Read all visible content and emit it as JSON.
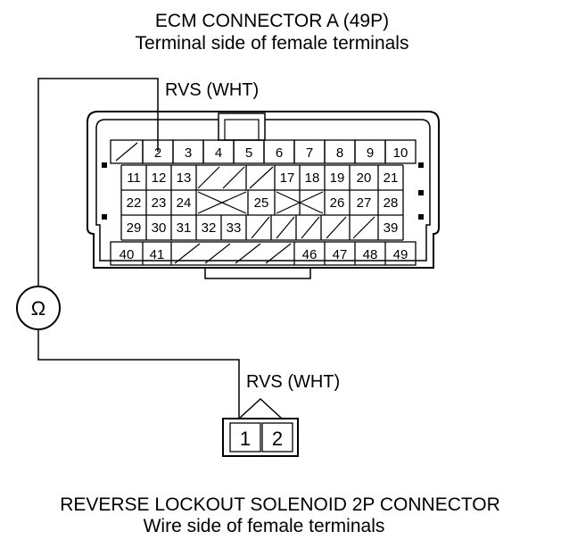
{
  "ecm_connector": {
    "title": "ECM CONNECTOR A (49P)",
    "subtitle": "Terminal side of female terminals",
    "wire_label": "RVS (WHT)",
    "row1": [
      "",
      "2",
      "3",
      "4",
      "5",
      "6",
      "7",
      "8",
      "9",
      "10"
    ],
    "row2": [
      "11",
      "12",
      "13",
      "",
      "",
      "",
      "17",
      "18",
      "19",
      "20",
      "21"
    ],
    "row3": [
      "22",
      "23",
      "24",
      "",
      "25",
      "",
      "26",
      "27",
      "28"
    ],
    "row4": [
      "29",
      "30",
      "31",
      "32",
      "33",
      "",
      "",
      "",
      "",
      "",
      "39"
    ],
    "row5": [
      "40",
      "41",
      "",
      "",
      "",
      "",
      "46",
      "47",
      "48",
      "49"
    ]
  },
  "meter": {
    "symbol": "Ω"
  },
  "solenoid_connector": {
    "wire_label": "RVS (WHT)",
    "pins": [
      "1",
      "2"
    ],
    "title": "REVERSE LOCKOUT SOLENOID 2P CONNECTOR",
    "subtitle": "Wire side of female terminals"
  }
}
